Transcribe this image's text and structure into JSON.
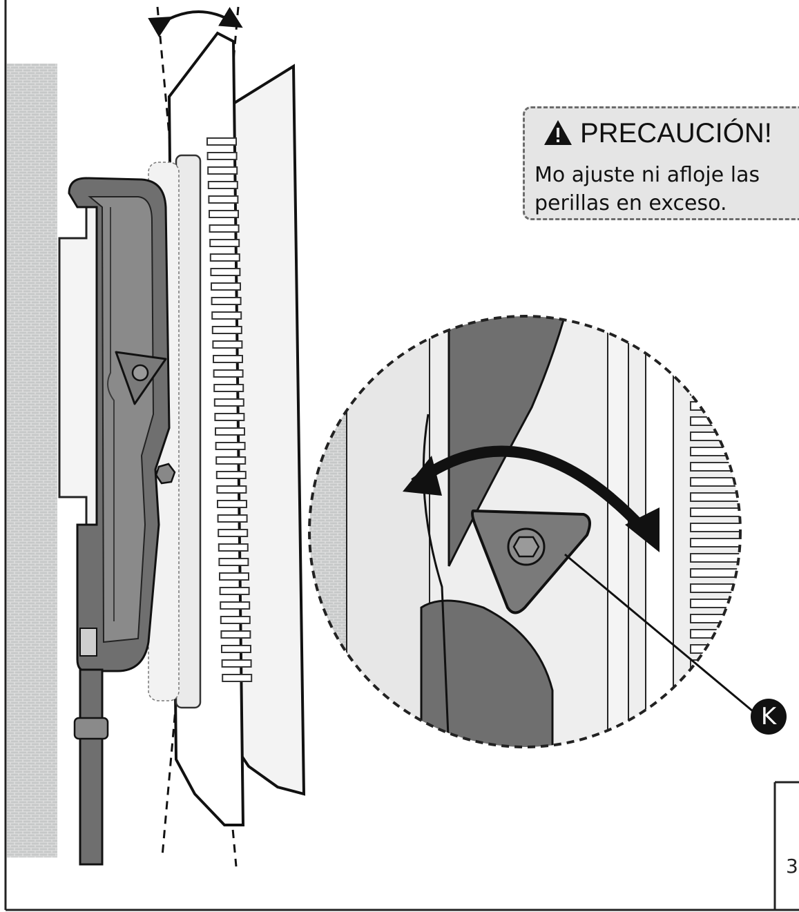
{
  "caution": {
    "title": "PRECAUCIÓN!",
    "line1": "Mo ajuste ni afloje las",
    "line2": "perillas en exceso.",
    "icon": "warning-triangle-icon"
  },
  "callout": {
    "label": "K"
  },
  "page": {
    "number": "3"
  },
  "colors": {
    "mount_gray": "#6f6f6f",
    "wall_texture": "#cfd0d0",
    "panel_light": "#eeeeee"
  }
}
